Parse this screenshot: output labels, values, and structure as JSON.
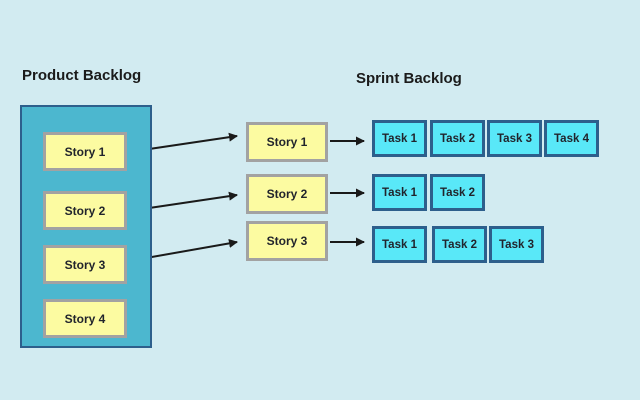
{
  "colors": {
    "background": "#d2ebf1",
    "panel_fill": "#4cb7cf",
    "panel_border": "#2d5f8c",
    "story_fill": "#fcfba1",
    "story_border": "#a2a2a2",
    "task_fill": "#59e8f8",
    "task_border": "#2d5f8c",
    "arrow": "#1a1a1a",
    "text": "#21242c",
    "heading": "#1b1b1b"
  },
  "product_backlog": {
    "title": "Product Backlog",
    "stories": [
      "Story 1",
      "Story 2",
      "Story 3",
      "Story 4"
    ]
  },
  "sprint_backlog": {
    "title": "Sprint Backlog",
    "stories": [
      "Story 1",
      "Story 2",
      "Story 3"
    ],
    "task_rows": [
      [
        "Task 1",
        "Task 2",
        "Task 3",
        "Task 4"
      ],
      [
        "Task 1",
        "Task 2"
      ],
      [
        "Task 1",
        "Task 2",
        "Task 3"
      ]
    ]
  }
}
